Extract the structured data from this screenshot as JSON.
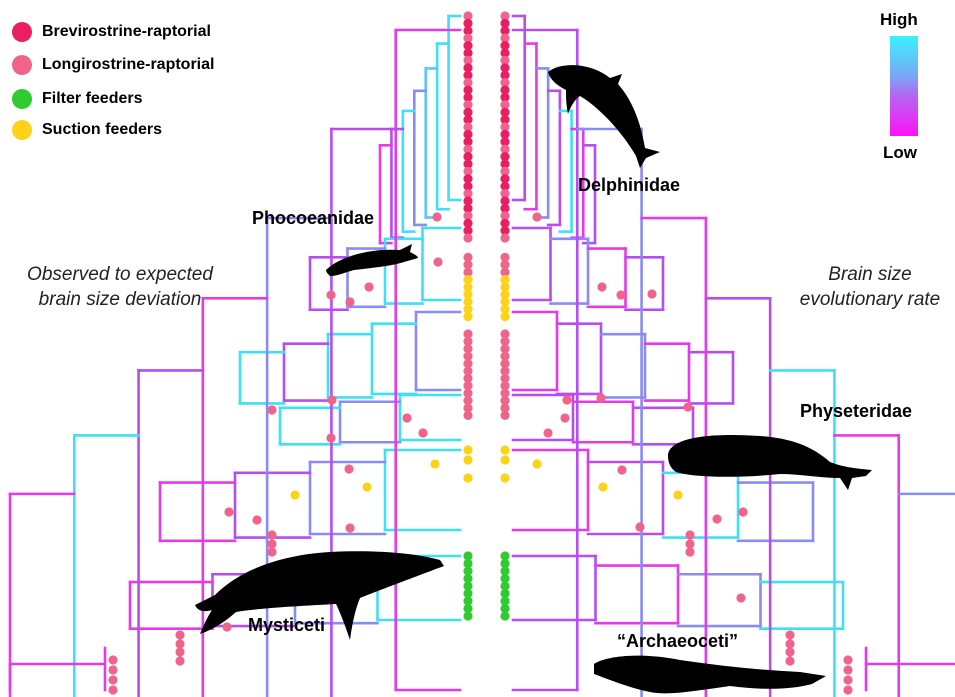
{
  "legend": {
    "items": [
      {
        "label": "Brevirostrine-raptorial",
        "color": "#e91e63"
      },
      {
        "label": "Longirostrine-raptorial",
        "color": "#f0648c"
      },
      {
        "label": "Filter feeders",
        "color": "#2ecc2e"
      },
      {
        "label": "Suction feeders",
        "color": "#ffd21a"
      }
    ]
  },
  "color_scale": {
    "high_label": "High",
    "low_label": "Low",
    "high_color": "#3bf1ff",
    "low_color": "#ff10f5"
  },
  "clades": {
    "delphinidae": "Delphinidae",
    "phocoenidae": "Phocoeanidae",
    "physeteridae": "Physeteridae",
    "mysticeti": "Mysticeti",
    "archaeoceti": "“Archaeoceti”"
  },
  "left_title": {
    "line1": "Observed to expected",
    "line2": "brain size deviation"
  },
  "right_title": {
    "line1": "Brain size",
    "line2": "evolutionary rate"
  },
  "icons": [
    "dolphin-silhouette",
    "porpoise-silhouette",
    "sperm-whale-silhouette",
    "humpback-whale-silhouette",
    "archaeocete-silhouette"
  ]
}
